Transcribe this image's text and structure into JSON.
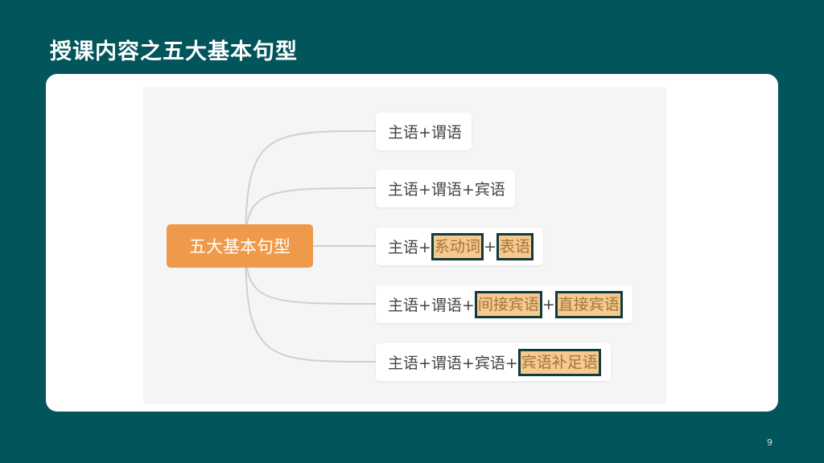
{
  "title": "授课内容之五大基本句型",
  "root": "五大基本句型",
  "branches": [
    {
      "segments": [
        {
          "text": "主语+谓语",
          "hl": false
        }
      ]
    },
    {
      "segments": [
        {
          "text": "主语+谓语+宾语",
          "hl": false
        }
      ]
    },
    {
      "segments": [
        {
          "text": "主语+",
          "hl": false
        },
        {
          "text": "系动词",
          "hl": true
        },
        {
          "text": "+",
          "hl": false
        },
        {
          "text": "表语",
          "hl": true
        }
      ]
    },
    {
      "segments": [
        {
          "text": "主语+谓语+",
          "hl": false
        },
        {
          "text": "间接宾语",
          "hl": true
        },
        {
          "text": "+",
          "hl": false
        },
        {
          "text": "直接宾语",
          "hl": true
        }
      ]
    },
    {
      "segments": [
        {
          "text": "主语+谓语+宾语+",
          "hl": false
        },
        {
          "text": "宾语补足语",
          "hl": true
        }
      ]
    }
  ],
  "page_number": "9"
}
